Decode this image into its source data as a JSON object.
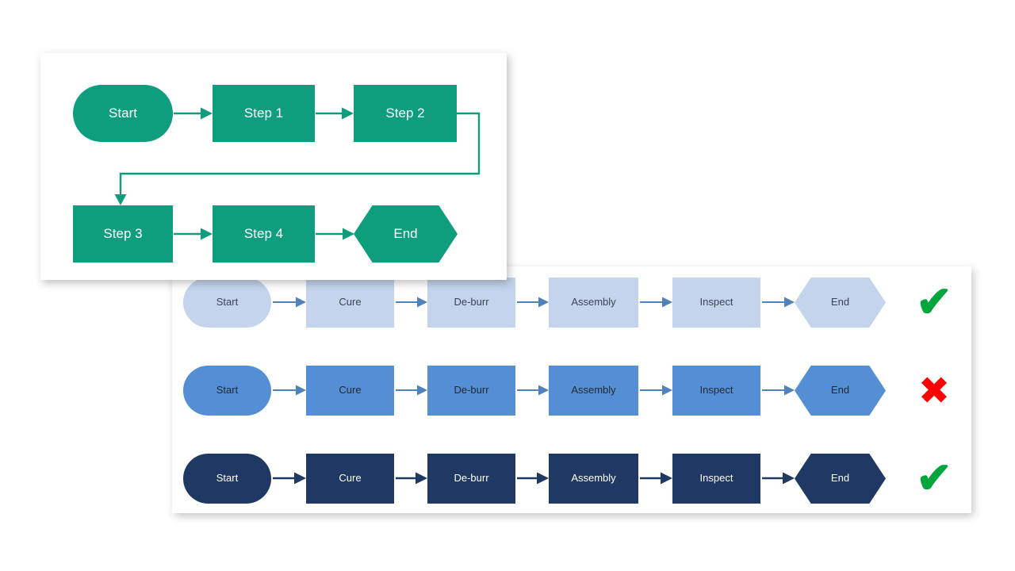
{
  "colors": {
    "background": "#FFFFFF",
    "card": "#FFFFFF",
    "green": "#0E9E7E",
    "light_blue": "#C3D4EC",
    "medium_blue": "#548ED4",
    "dark_navy": "#1F3864",
    "arrow_blue": "#4F81BD",
    "arrow_navy": "#1F3864",
    "arrow_green": "#0E9E7E",
    "check_green": "#00A63C",
    "cross_red": "#FF0000",
    "text_dark": "#3B4251",
    "text_light": "#FFFFFF"
  },
  "top_card": {
    "name": "generic-process-flowchart",
    "nodes": [
      {
        "id": "start",
        "label": "Start",
        "shape": "stadium",
        "row": 1
      },
      {
        "id": "step1",
        "label": "Step 1",
        "shape": "rect",
        "row": 1
      },
      {
        "id": "step2",
        "label": "Step 2",
        "shape": "rect",
        "row": 1
      },
      {
        "id": "step3",
        "label": "Step 3",
        "shape": "rect",
        "row": 2
      },
      {
        "id": "step4",
        "label": "Step 4",
        "shape": "rect",
        "row": 2
      },
      {
        "id": "end",
        "label": "End",
        "shape": "hexagon",
        "row": 2
      }
    ],
    "connectors": [
      {
        "from": "start",
        "to": "step1",
        "type": "straight"
      },
      {
        "from": "step1",
        "to": "step2",
        "type": "straight"
      },
      {
        "from": "step2",
        "to": "step3",
        "type": "elbow-wrap"
      },
      {
        "from": "step3",
        "to": "step4",
        "type": "straight"
      },
      {
        "from": "step4",
        "to": "end",
        "type": "straight"
      }
    ]
  },
  "bottom_card": {
    "name": "manufacturing-flow-variants",
    "steps": [
      "Start",
      "Cure",
      "De-burr",
      "Assembly",
      "Inspect",
      "End"
    ],
    "shapes": [
      "stadium",
      "rect",
      "rect",
      "rect",
      "rect",
      "hexagon"
    ],
    "rows": [
      {
        "id": "row-light",
        "style": "light-blue",
        "fill": "#C3D4EC",
        "text_color": "#3B4251",
        "arrow_color": "#4F81BD",
        "status": "check",
        "status_symbol": "✔",
        "labels": [
          "Start",
          "Cure",
          "De-burr",
          "Assembly",
          "Inspect",
          "End"
        ]
      },
      {
        "id": "row-medium",
        "style": "medium-blue",
        "fill": "#548ED4",
        "text_color": "#23292F",
        "arrow_color": "#4F81BD",
        "status": "cross",
        "status_symbol": "✖",
        "labels": [
          "Start",
          "Cure",
          "De-burr",
          "Assembly",
          "Inspect",
          "End"
        ]
      },
      {
        "id": "row-dark",
        "style": "dark-navy",
        "fill": "#1F3864",
        "text_color": "#FFFFFF",
        "arrow_color": "#1F3864",
        "status": "check",
        "status_symbol": "✔",
        "labels": [
          "Start",
          "Cure",
          "De-burr",
          "Assembly",
          "Inspect",
          "End"
        ]
      }
    ]
  }
}
